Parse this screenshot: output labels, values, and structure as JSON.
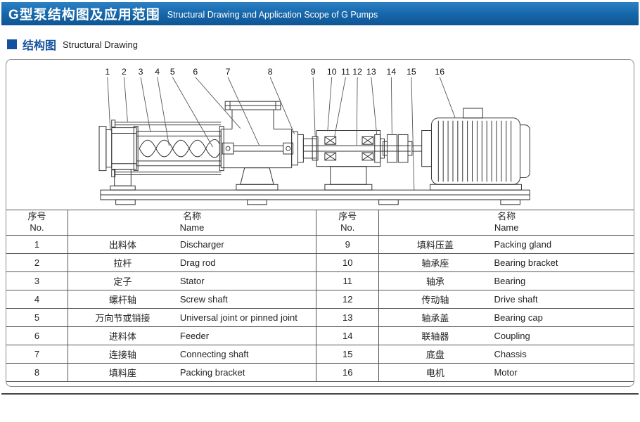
{
  "page": {
    "header": {
      "title_cn": "G型泵结构图及应用范围",
      "title_en": "Structural Drawing and Application Scope of G Pumps"
    },
    "section": {
      "title_cn": "结构图",
      "title_en": "Structural Drawing"
    }
  },
  "drawing": {
    "callouts": [
      "1",
      "2",
      "3",
      "4",
      "5",
      "6",
      "7",
      "8",
      "9",
      "10",
      "11",
      "12",
      "13",
      "14",
      "15",
      "16"
    ]
  },
  "table": {
    "headers": {
      "no_cn": "序号",
      "no_en": "No.",
      "name_cn": "名称",
      "name_en": "Name"
    },
    "left_rows": [
      {
        "no": "1",
        "cn": "出料体",
        "en": "Discharger"
      },
      {
        "no": "2",
        "cn": "拉杆",
        "en": "Drag rod"
      },
      {
        "no": "3",
        "cn": "定子",
        "en": "Stator"
      },
      {
        "no": "4",
        "cn": "螺杆轴",
        "en": "Screw shaft"
      },
      {
        "no": "5",
        "cn": "万向节或销接",
        "en": "Universal joint or pinned joint"
      },
      {
        "no": "6",
        "cn": "进料体",
        "en": "Feeder"
      },
      {
        "no": "7",
        "cn": "连接轴",
        "en": "Connecting shaft"
      },
      {
        "no": "8",
        "cn": "填料座",
        "en": "Packing bracket"
      }
    ],
    "right_rows": [
      {
        "no": "9",
        "cn": "填料压盖",
        "en": "Packing gland"
      },
      {
        "no": "10",
        "cn": "轴承座",
        "en": "Bearing bracket"
      },
      {
        "no": "11",
        "cn": "轴承",
        "en": "Bearing"
      },
      {
        "no": "12",
        "cn": "传动轴",
        "en": "Drive shaft"
      },
      {
        "no": "13",
        "cn": "轴承盖",
        "en": "Bearing cap"
      },
      {
        "no": "14",
        "cn": "联轴器",
        "en": "Coupling"
      },
      {
        "no": "15",
        "cn": "底盘",
        "en": "Chassis"
      },
      {
        "no": "16",
        "cn": "电机",
        "en": "Motor"
      }
    ]
  },
  "colors": {
    "accent_blue": "#14529e",
    "banner_blue": "#1565a8"
  }
}
